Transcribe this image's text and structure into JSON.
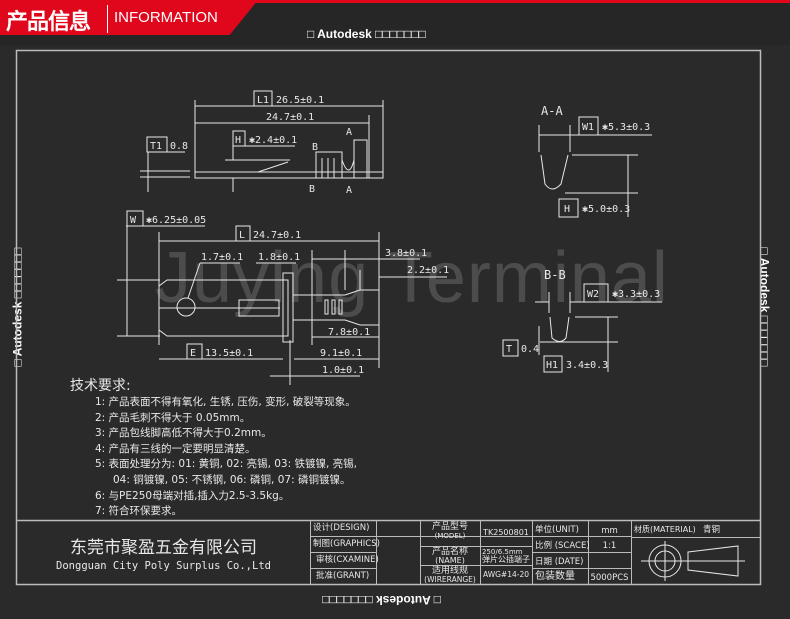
{
  "header": {
    "title_cn": "产品信息",
    "title_en": "INFORMATION"
  },
  "watermarks": {
    "top": "□ Autodesk □□□□□□□",
    "bottom": "□ Autodesk □□□□□□□",
    "left": "□ Autodesk □□□□□□□",
    "right": "□ Autodesk □□□□□□□",
    "background": "Juying Terminal"
  },
  "side_view": {
    "L1_tag": "L1",
    "L1_value": "26.5±0.1",
    "overall": "24.7±0.1",
    "T1_tag": "T1",
    "T1_value": "0.8",
    "H_tag": "H",
    "H_value": "✱2.4±0.1",
    "section_a": "A",
    "section_b": "B"
  },
  "top_view": {
    "W_tag": "W",
    "W_value": "✱6.25±0.05",
    "L_tag": "L",
    "L_value": "24.7±0.1",
    "hole": "1.7±0.1",
    "slot": "1.8±0.1",
    "d38": "3.8±0.1",
    "d22": "2.2±0.1",
    "d78": "7.8±0.1",
    "d91": "9.1±0.1",
    "d10": "1.0±0.1",
    "E_tag": "E",
    "E_value": "13.5±0.1"
  },
  "section_aa": {
    "title": "A-A",
    "W1_tag": "W1",
    "W1_value": "✱5.3±0.3",
    "H_tag": "H",
    "H_value": "✱5.0±0.3"
  },
  "section_bb": {
    "title": "B-B",
    "W2_tag": "W2",
    "W2_value": "✱3.3±0.3",
    "T_tag": "T",
    "T_value": "0.4",
    "H1_tag": "H1",
    "H1_value": "3.4±0.3"
  },
  "requirements": {
    "title": "技术要求:",
    "items": [
      "1: 产品表面不得有氧化, 生锈, 压伤, 变形, 破裂等现象。",
      "2: 产品毛刺不得大于 0.05mm。",
      "3: 产品包线脚高低不得大于0.2mm。",
      "4: 产品有三线的一定要明显清楚。",
      "5: 表面处理分为: 01: 黄铜, 02: 亮锡, 03: 铁镀镍, 亮锡,",
      "04: 铜镀镍, 05: 不锈钢, 06: 磷铜, 07: 磷铜镀镍。",
      "6: 与PE250母端对插,插入力2.5-3.5kg。",
      "7: 符合环保要求。"
    ]
  },
  "title_block": {
    "company_cn": "东莞市聚盈五金有限公司",
    "company_en": "Dongguan City Poly Surplus Co.,Ltd",
    "design": "设计(DESIGN)",
    "graphics": "制图(GRAPHICS)",
    "examine": "审核(CXAMINE)",
    "grant": "批准(GRANT)",
    "model_label": "产品型号",
    "model_label_en": "(MODEL)",
    "model_value": "TK2500801",
    "name_label": "产品名称",
    "name_label_en": "(NAME)",
    "name_value_1": "250/6.5mm",
    "name_value_2": "弹片公插端子",
    "wire_label": "适用线规",
    "wire_label_en": "(WIRERANGE)",
    "wire_value": "AWG#14-20",
    "unit_label": "单位(UNIT)",
    "unit_value": "mm",
    "scale_label": "比例 (SCACE)",
    "scale_value": "1:1",
    "date_label": "日期 (DATE)",
    "qty_label": "包装数量",
    "qty_value": "5000PCS",
    "material_label": "材质(MATERIAL)",
    "material_value": "青铜"
  }
}
